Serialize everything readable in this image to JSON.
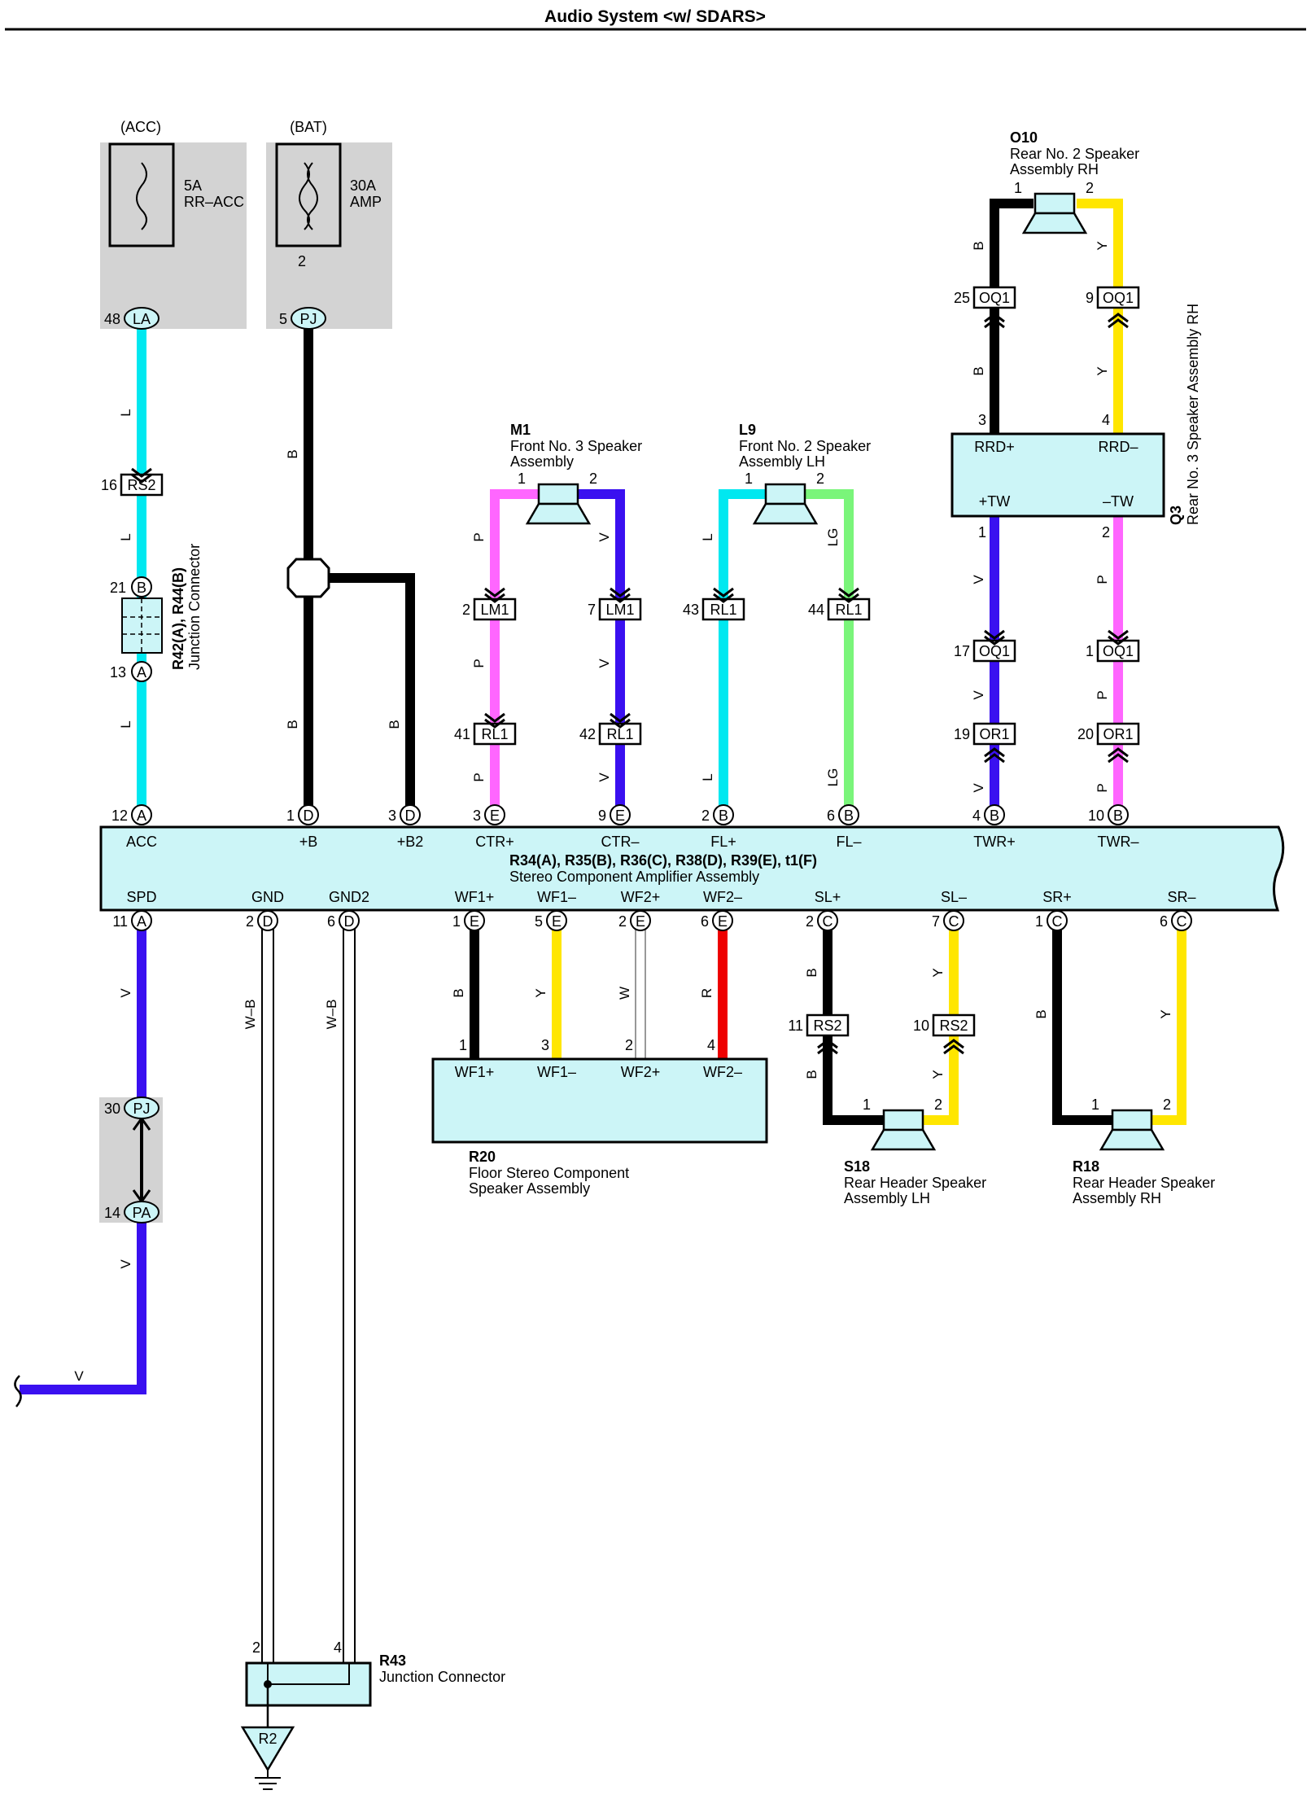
{
  "title": "Audio System <w/ SDARS>",
  "colors": {
    "L": "#00e8f0",
    "B": "#000000",
    "V": "#3a10f0",
    "P": "#ff66ff",
    "LG": "#7af57a",
    "Y": "#ffe600",
    "R": "#ee0000",
    "W": "#ffffff",
    "component_fill": "#ccf5f7",
    "fuse_panel": "#d3d3d3"
  },
  "fuses": [
    {
      "source": "(ACC)",
      "rating": "5A",
      "name": "RR–ACC",
      "terminal_pin": "48",
      "terminal_code": "LA"
    },
    {
      "source": "(BAT)",
      "rating": "30A",
      "name": "AMP",
      "terminal_pin": "5",
      "terminal_code": "PJ",
      "inner_pin": "2"
    }
  ],
  "amplifier": {
    "title": "R34(A), R35(B), R36(C), R38(D), R39(E), t1(F)",
    "subtitle": "Stereo Component Amplifier Assembly",
    "top_terminals": [
      {
        "pin": "12",
        "conn": "A",
        "label": "ACC"
      },
      {
        "pin": "1",
        "conn": "D",
        "label": "+B"
      },
      {
        "pin": "3",
        "conn": "D",
        "label": "+B2"
      },
      {
        "pin": "3",
        "conn": "E",
        "label": "CTR+"
      },
      {
        "pin": "9",
        "conn": "E",
        "label": "CTR–"
      },
      {
        "pin": "2",
        "conn": "B",
        "label": "FL+"
      },
      {
        "pin": "6",
        "conn": "B",
        "label": "FL–"
      },
      {
        "pin": "4",
        "conn": "B",
        "label": "TWR+"
      },
      {
        "pin": "10",
        "conn": "B",
        "label": "TWR–"
      }
    ],
    "bottom_terminals": [
      {
        "pin": "11",
        "conn": "A",
        "label": "SPD"
      },
      {
        "pin": "2",
        "conn": "D",
        "label": "GND"
      },
      {
        "pin": "6",
        "conn": "D",
        "label": "GND2"
      },
      {
        "pin": "1",
        "conn": "E",
        "label": "WF1+"
      },
      {
        "pin": "5",
        "conn": "E",
        "label": "WF1–"
      },
      {
        "pin": "2",
        "conn": "E",
        "label": "WF2+"
      },
      {
        "pin": "6",
        "conn": "E",
        "label": "WF2–"
      },
      {
        "pin": "2",
        "conn": "C",
        "label": "SL+"
      },
      {
        "pin": "7",
        "conn": "C",
        "label": "SL–"
      },
      {
        "pin": "1",
        "conn": "C",
        "label": "SR+"
      },
      {
        "pin": "6",
        "conn": "C",
        "label": "SR–"
      }
    ]
  },
  "junction_r42": {
    "code": "R42(A), R44(B)",
    "name": "Junction Connector",
    "pin_top": "21",
    "conn_top": "B",
    "pin_bottom": "13",
    "conn_bottom": "A",
    "rs2_pin": "16",
    "rs2_code": "RS2"
  },
  "speakers": {
    "m1": {
      "code": "M1",
      "line1": "Front No. 3 Speaker",
      "line2": "Assembly"
    },
    "l9": {
      "code": "L9",
      "line1": "Front No. 2 Speaker",
      "line2": "Assembly LH"
    },
    "o10": {
      "code": "O10",
      "line1": "Rear No. 2 Speaker",
      "line2": "Assembly RH"
    },
    "q3": {
      "code": "Q3",
      "name": "Rear No. 3 Speaker Assembly RH",
      "labels": [
        "RRD+",
        "RRD–",
        "+TW",
        "–TW"
      ],
      "pins": [
        "3",
        "4",
        "1",
        "2"
      ]
    },
    "r20": {
      "code": "R20",
      "line1": "Floor Stereo Component",
      "line2": "Speaker Assembly",
      "labels": [
        "WF1+",
        "WF1–",
        "WF2+",
        "WF2–"
      ],
      "pins": [
        "1",
        "3",
        "2",
        "4"
      ]
    },
    "s18": {
      "code": "S18",
      "line1": "Rear Header Speaker",
      "line2": "Assembly LH"
    },
    "r18": {
      "code": "R18",
      "line1": "Rear Header Speaker",
      "line2": "Assembly RH"
    }
  },
  "junction_r43": {
    "code": "R43",
    "name": "Junction Connector",
    "pins": [
      "2",
      "4"
    ],
    "ground": "R2"
  },
  "connectors": [
    {
      "pin": "2",
      "code": "LM1"
    },
    {
      "pin": "7",
      "code": "LM1"
    },
    {
      "pin": "41",
      "code": "RL1"
    },
    {
      "pin": "42",
      "code": "RL1"
    },
    {
      "pin": "43",
      "code": "RL1"
    },
    {
      "pin": "44",
      "code": "RL1"
    },
    {
      "pin": "25",
      "code": "OQ1"
    },
    {
      "pin": "9",
      "code": "OQ1"
    },
    {
      "pin": "17",
      "code": "OQ1"
    },
    {
      "pin": "1",
      "code": "OQ1"
    },
    {
      "pin": "19",
      "code": "OR1"
    },
    {
      "pin": "20",
      "code": "OR1"
    },
    {
      "pin": "11",
      "code": "RS2"
    },
    {
      "pin": "10",
      "code": "RS2"
    },
    {
      "pin": "30",
      "code": "PJ"
    },
    {
      "pin": "14",
      "code": "PA"
    }
  ],
  "wire_colors": {
    "l": "L",
    "b": "B",
    "v": "V",
    "p": "P",
    "lg": "LG",
    "y": "Y",
    "r": "R",
    "w": "W",
    "wb": "W–B"
  },
  "speaker_pins": {
    "one": "1",
    "two": "2"
  }
}
